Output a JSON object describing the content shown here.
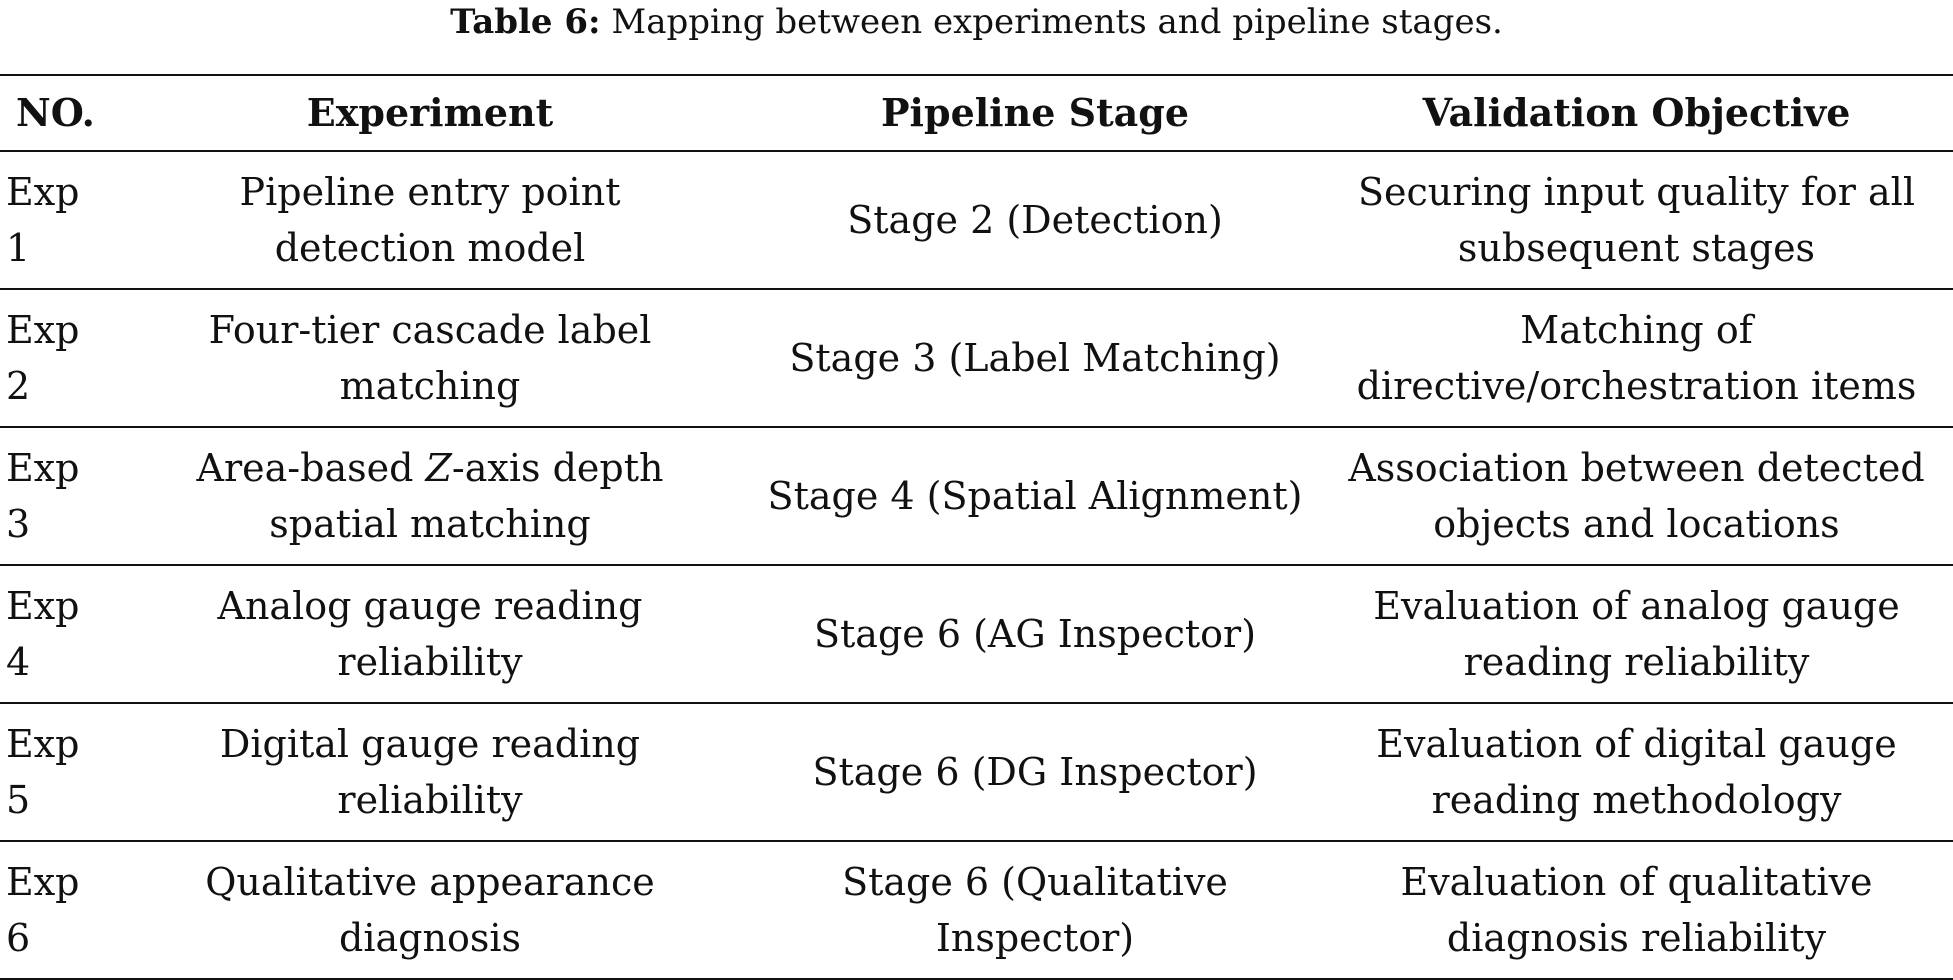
{
  "caption": {
    "label": "Table 6:",
    "text": " Mapping between experiments and pipeline stages."
  },
  "table": {
    "headers": [
      "NO.",
      "Experiment",
      "Pipeline Stage",
      "Validation Objective"
    ],
    "rows": [
      {
        "no": "Exp 1",
        "experiment": [
          "Pipeline entry point",
          "detection model"
        ],
        "stage": "Stage 2 (Detection)",
        "objective": [
          "Securing input quality for all",
          "subsequent stages"
        ]
      },
      {
        "no": "Exp 2",
        "experiment": [
          "Four-tier cascade label",
          "matching"
        ],
        "stage": "Stage 3 (Label Matching)",
        "objective": [
          "Matching of",
          "directive/orchestration items"
        ]
      },
      {
        "no": "Exp 3",
        "experiment_prefix": "Area-based ",
        "experiment_italic": "Z",
        "experiment_suffix": "-axis depth",
        "experiment_line2": "spatial matching",
        "stage": "Stage 4 (Spatial Alignment)",
        "objective": [
          "Association between detected",
          "objects and locations"
        ]
      },
      {
        "no": "Exp 4",
        "experiment": [
          "Analog gauge reading",
          "reliability"
        ],
        "stage": "Stage 6 (AG Inspector)",
        "objective": [
          "Evaluation of analog gauge",
          "reading reliability"
        ]
      },
      {
        "no": "Exp 5",
        "experiment": [
          "Digital gauge reading",
          "reliability"
        ],
        "stage": "Stage 6 (DG Inspector)",
        "objective": [
          "Evaluation of digital gauge",
          "reading methodology"
        ]
      },
      {
        "no": "Exp 6",
        "experiment": [
          "Qualitative appearance",
          "diagnosis"
        ],
        "stage": "Stage 6 (Qualitative Inspector)",
        "objective": [
          "Evaluation of qualitative",
          "diagnosis reliability"
        ]
      }
    ]
  }
}
